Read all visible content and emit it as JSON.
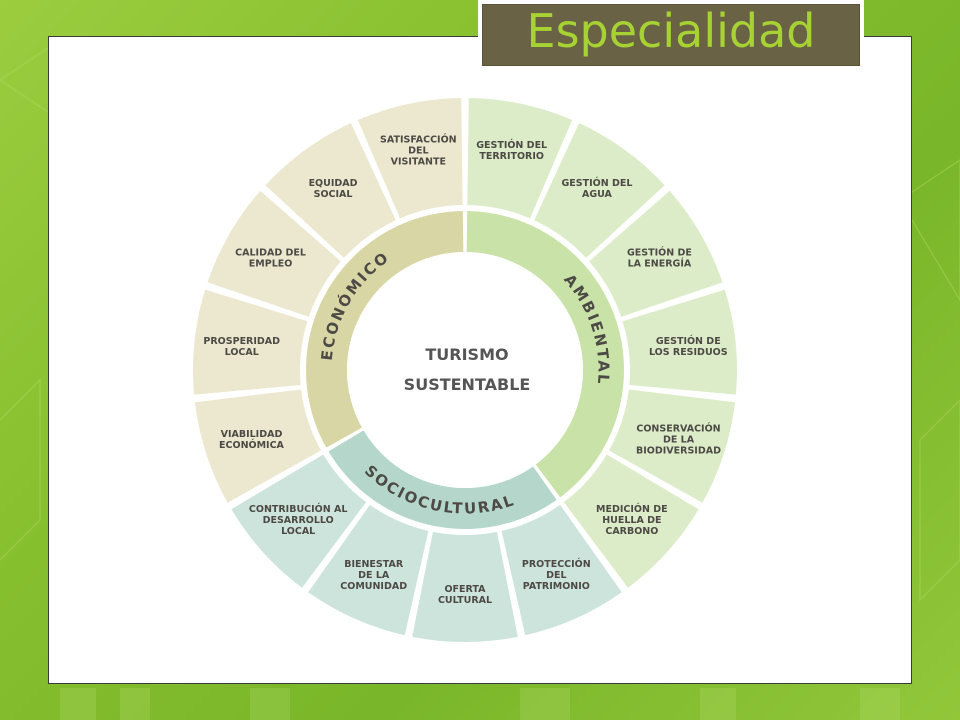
{
  "slide": {
    "title": "Especialidad"
  },
  "colors": {
    "background": "#8cc43a",
    "title_box": "#6a6244",
    "title_text": "#a7d234",
    "economico_segment": "#ebe8cf",
    "economico_ring": "#d9d6a5",
    "ambiental_segment": "#dcecc8",
    "ambiental_ring": "#c8e2a8",
    "sociocultural_segment": "#cde4dc",
    "sociocultural_ring": "#b5d7cb"
  },
  "diagram": {
    "center_lines": [
      "TURISMO",
      "SUSTENTABLE"
    ],
    "dimensions": [
      {
        "name": "ECONÓMICO",
        "color_key": "economico"
      },
      {
        "name": "AMBIENTAL",
        "color_key": "ambiental"
      },
      {
        "name": "SOCIOCULTURAL",
        "color_key": "sociocultural"
      }
    ],
    "segments": [
      {
        "dimension": "AMBIENTAL",
        "lines": [
          "GESTIÓN DEL",
          "TERRITORIO"
        ]
      },
      {
        "dimension": "AMBIENTAL",
        "lines": [
          "GESTIÓN DEL",
          "AGUA"
        ]
      },
      {
        "dimension": "AMBIENTAL",
        "lines": [
          "GESTIÓN DE",
          "LA ENERGÍA"
        ]
      },
      {
        "dimension": "AMBIENTAL",
        "lines": [
          "GESTIÓN DE",
          "LOS RESIDUOS"
        ]
      },
      {
        "dimension": "AMBIENTAL",
        "lines": [
          "CONSERVACIÓN",
          "DE LA",
          "BIODIVERSIDAD"
        ]
      },
      {
        "dimension": "AMBIENTAL",
        "lines": [
          "MEDICIÓN DE",
          "HUELLA DE",
          "CARBONO"
        ]
      },
      {
        "dimension": "SOCIOCULTURAL",
        "lines": [
          "PROTECCIÓN",
          "DEL",
          "PATRIMONIO"
        ]
      },
      {
        "dimension": "SOCIOCULTURAL",
        "lines": [
          "OFERTA",
          "CULTURAL"
        ]
      },
      {
        "dimension": "SOCIOCULTURAL",
        "lines": [
          "BIENESTAR",
          "DE LA",
          "COMUNIDAD"
        ]
      },
      {
        "dimension": "SOCIOCULTURAL",
        "lines": [
          "CONTRIBUCIÓN AL",
          "DESARROLLO",
          "LOCAL"
        ]
      },
      {
        "dimension": "ECONÓMICO",
        "lines": [
          "VIABILIDAD",
          "ECONÓMICA"
        ]
      },
      {
        "dimension": "ECONÓMICO",
        "lines": [
          "PROSPERIDAD",
          "LOCAL"
        ]
      },
      {
        "dimension": "ECONÓMICO",
        "lines": [
          "CALIDAD DEL",
          "EMPLEO"
        ]
      },
      {
        "dimension": "ECONÓMICO",
        "lines": [
          "EQUIDAD",
          "SOCIAL"
        ]
      },
      {
        "dimension": "ECONÓMICO",
        "lines": [
          "SATISFACCIÓN",
          "DEL",
          "VISITANTE"
        ]
      }
    ]
  }
}
